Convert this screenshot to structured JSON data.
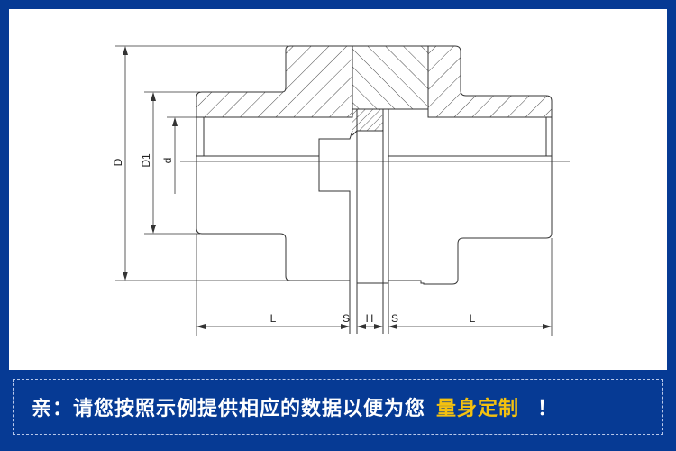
{
  "drawing": {
    "labels": {
      "D": "D",
      "D1": "D1",
      "d": "d",
      "L_left": "L",
      "S_left": "S",
      "H": "H",
      "S_right": "S",
      "L_right": "L"
    }
  },
  "banner": {
    "text": "亲：请您按照示例提供相应的数据以便为您",
    "highlight": "量身定制",
    "end": "！"
  },
  "colors": {
    "frame": "#063a94",
    "highlight": "#f4c10f"
  }
}
